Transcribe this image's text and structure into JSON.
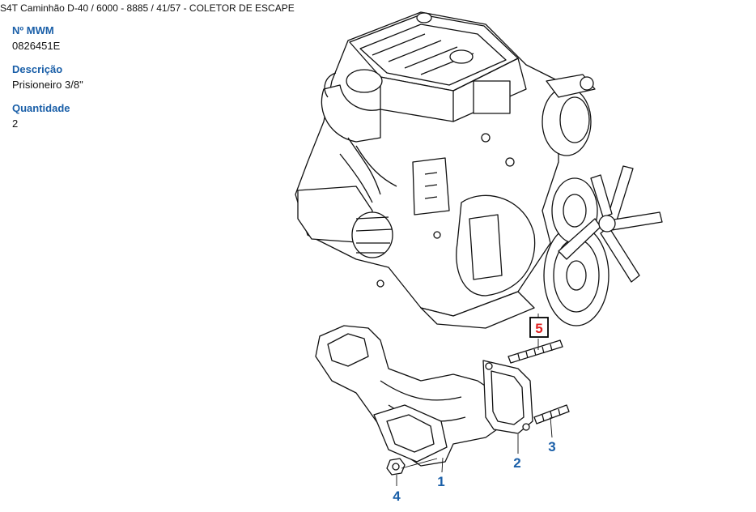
{
  "breadcrumb": "S4T Caminhão D-40 / 6000 - 8885  /  41/57 - COLETOR DE ESCAPE",
  "part": {
    "mwm_label": "Nº MWM",
    "mwm_value": "0826451E",
    "desc_label": "Descrição",
    "desc_value": "Prisioneiro 3/8\"",
    "qty_label": "Quantidade",
    "qty_value": "2"
  },
  "callouts": {
    "c1": "1",
    "c2": "2",
    "c3": "3",
    "c4": "4",
    "c5": "5"
  },
  "colors": {
    "label_blue": "#1a5fa8",
    "callout_blue": "#1a5fa8",
    "selected_red": "#e02020"
  }
}
